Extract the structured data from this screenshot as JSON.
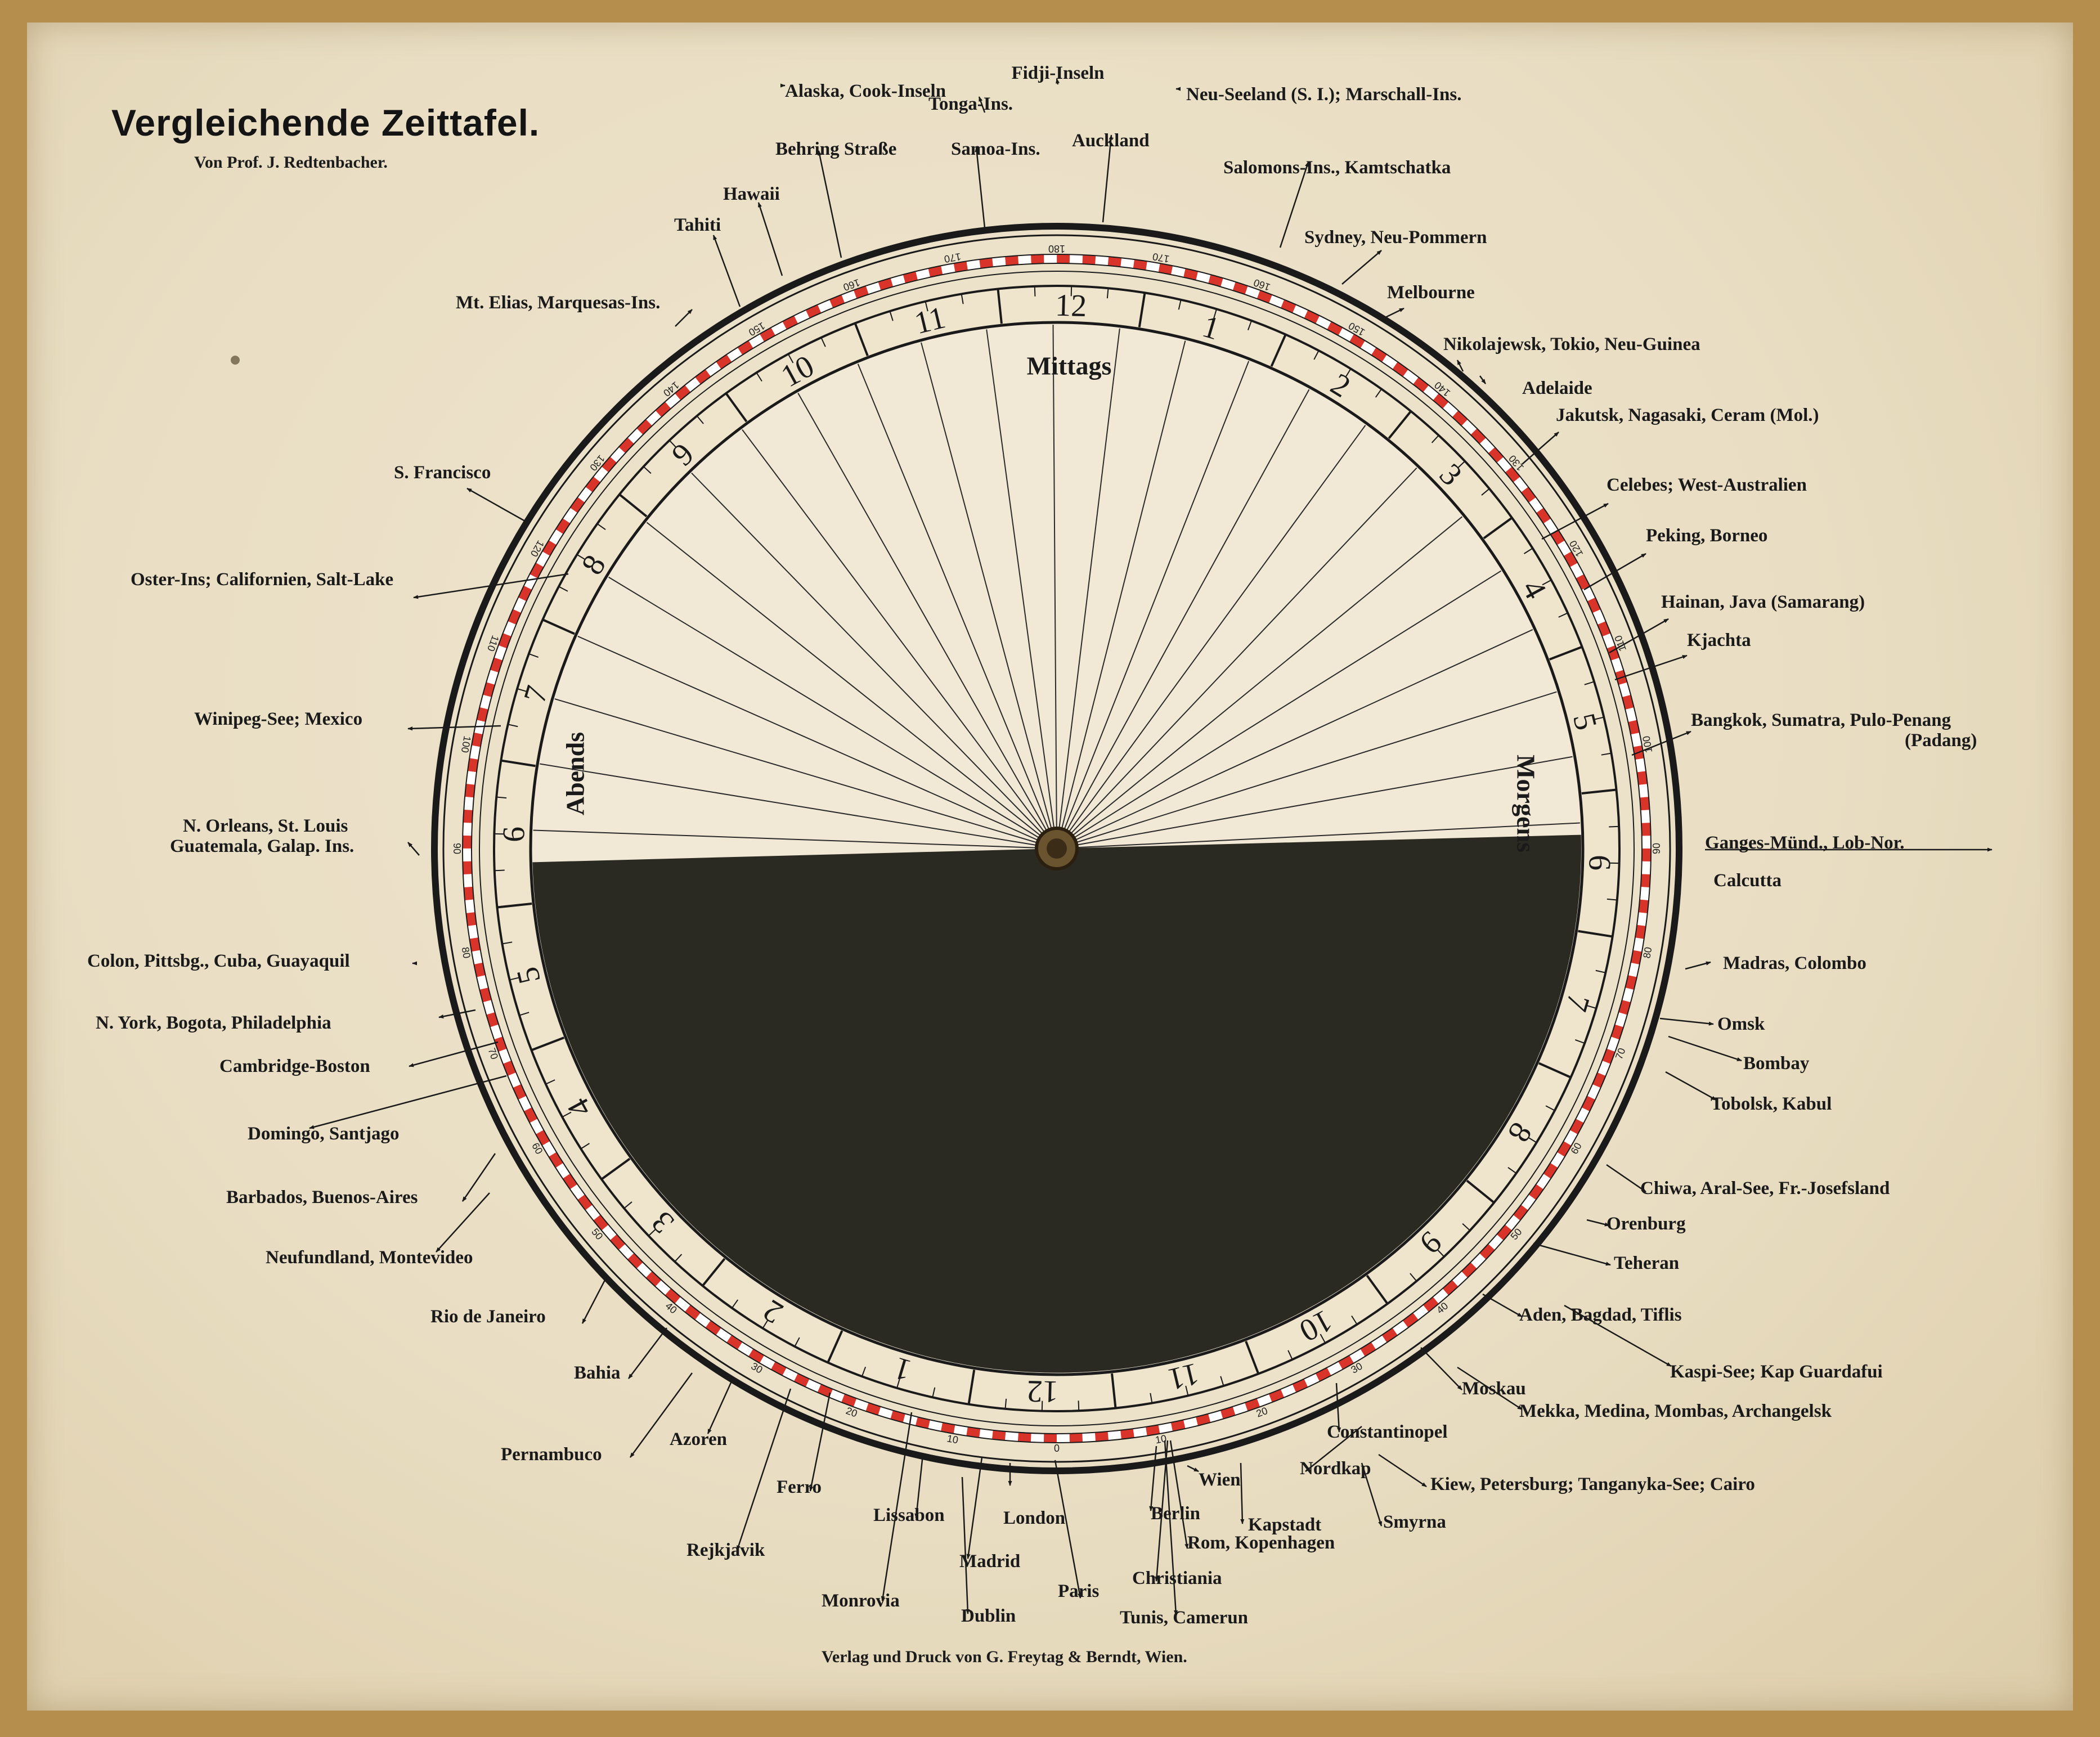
{
  "title": "Vergleichende Zeittafel.",
  "subtitle": "Von Prof. J. Redtenbacher.",
  "publisher": "Verlag und Druck von G. Freytag & Berndt, Wien.",
  "dial_words": {
    "top": "Mittags",
    "left": "Abends",
    "right": "Morgens"
  },
  "hour_numbers": [
    "12",
    "1",
    "2",
    "3",
    "4",
    "5",
    "6",
    "7",
    "8",
    "9",
    "10",
    "11",
    "12",
    "1",
    "2",
    "3",
    "4",
    "5",
    "6",
    "7",
    "8",
    "9",
    "10",
    "11"
  ],
  "degree_labels": [
    "0",
    "10",
    "20",
    "30",
    "40",
    "50",
    "60",
    "70",
    "80",
    "90",
    "100",
    "110",
    "120",
    "130",
    "140",
    "150",
    "160",
    "170",
    "180",
    "170",
    "160",
    "150",
    "140",
    "130",
    "120",
    "110",
    "100",
    "90",
    "80",
    "70",
    "60",
    "50",
    "40",
    "30",
    "20",
    "10"
  ],
  "colors": {
    "board": "#b58e4d",
    "paper": "#ebe1c8",
    "ink": "#1a1a1a",
    "red": "#d8342a",
    "disk": "#2a2a22",
    "ring": "#efe4cc"
  },
  "places": [
    {
      "name": "Alaska, Cook-Inseln",
      "lines": [
        "Alaska, Cook-Inseln"
      ]
    },
    {
      "name": "Fidji-Inseln",
      "lines": [
        "Fidji-Inseln"
      ]
    },
    {
      "name": "Tonga-Ins.",
      "lines": [
        "Tonga-Ins."
      ]
    },
    {
      "name": "Neu-Seeland (S. I.); Marschall-Ins.",
      "lines": [
        "Neu-Seeland (S. I.); Marschall-Ins."
      ]
    },
    {
      "name": "Behring Straße",
      "lines": [
        "Behring Straße"
      ]
    },
    {
      "name": "Samoa-Ins.",
      "lines": [
        "Samoa-Ins."
      ]
    },
    {
      "name": "Auckland",
      "lines": [
        "Auckland"
      ]
    },
    {
      "name": "Salomons-Ins., Kamtschatka",
      "lines": [
        "Salomons-Ins., Kamtschatka"
      ]
    },
    {
      "name": "Hawaii",
      "lines": [
        "Hawaii"
      ]
    },
    {
      "name": "Tahiti",
      "lines": [
        "Tahiti"
      ]
    },
    {
      "name": "Sydney, Neu-Pommern",
      "lines": [
        "Sydney, Neu-Pommern"
      ]
    },
    {
      "name": "Melbourne",
      "lines": [
        "Melbourne"
      ]
    },
    {
      "name": "Mt. Elias, Marquesas-Ins.",
      "lines": [
        "Mt. Elias, Marquesas-Ins."
      ]
    },
    {
      "name": "Nikolajewsk, Tokio, Neu-Guinea",
      "lines": [
        "Nikolajewsk, Tokio, Neu-Guinea"
      ]
    },
    {
      "name": "Adelaide",
      "lines": [
        "Adelaide"
      ]
    },
    {
      "name": "Jakutsk, Nagasaki, Ceram (Mol.)",
      "lines": [
        "Jakutsk, Nagasaki, Ceram (Mol.)"
      ]
    },
    {
      "name": "S. Francisco",
      "lines": [
        "S. Francisco"
      ]
    },
    {
      "name": "Celebes; West-Australien",
      "lines": [
        "Celebes; West-Australien"
      ]
    },
    {
      "name": "Peking, Borneo",
      "lines": [
        "Peking, Borneo"
      ]
    },
    {
      "name": "Oster-Ins; Californien, Salt-Lake",
      "lines": [
        "Oster-Ins; Californien, Salt-Lake"
      ]
    },
    {
      "name": "Hainan, Java (Samarang)",
      "lines": [
        "Hainan, Java (Samarang)"
      ]
    },
    {
      "name": "Kjachta",
      "lines": [
        "Kjachta"
      ]
    },
    {
      "name": "Winipeg-See; Mexico",
      "lines": [
        "Winipeg-See; Mexico"
      ]
    },
    {
      "name": "Bangkok, Sumatra, Pulo-Penang (Padang)",
      "lines": [
        "Bangkok, Sumatra, Pulo-Penang",
        "(Padang)"
      ]
    },
    {
      "name": "N. Orleans, St. Louis Guatemala, Galap. Ins.",
      "lines": [
        "N. Orleans, St. Louis",
        "Guatemala, Galap. Ins."
      ]
    },
    {
      "name": "Ganges-Münd., Lob-Nor.",
      "lines": [
        "Ganges-Münd., Lob-Nor."
      ]
    },
    {
      "name": "Calcutta",
      "lines": [
        "Calcutta"
      ]
    },
    {
      "name": "Colon, Pittsbg., Cuba, Guayaquil",
      "lines": [
        "Colon, Pittsbg., Cuba, Guayaquil"
      ]
    },
    {
      "name": "Madras, Colombo",
      "lines": [
        "Madras, Colombo"
      ]
    },
    {
      "name": "N. York, Bogota, Philadelphia",
      "lines": [
        "N. York, Bogota, Philadelphia"
      ]
    },
    {
      "name": "Omsk",
      "lines": [
        "Omsk"
      ]
    },
    {
      "name": "Cambridge-Boston",
      "lines": [
        "Cambridge-Boston"
      ]
    },
    {
      "name": "Bombay",
      "lines": [
        "Bombay"
      ]
    },
    {
      "name": "Tobolsk, Kabul",
      "lines": [
        "Tobolsk, Kabul"
      ]
    },
    {
      "name": "Domingo, Santjago",
      "lines": [
        "Domingo, Santjago"
      ]
    },
    {
      "name": "Chiwa, Aral-See, Fr.-Josefsland",
      "lines": [
        "Chiwa, Aral-See, Fr.-Josefsland"
      ]
    },
    {
      "name": "Barbados, Buenos-Aires",
      "lines": [
        "Barbados, Buenos-Aires"
      ]
    },
    {
      "name": "Orenburg",
      "lines": [
        "Orenburg"
      ]
    },
    {
      "name": "Neufundland, Montevideo",
      "lines": [
        "Neufundland, Montevideo"
      ]
    },
    {
      "name": "Teheran",
      "lines": [
        "Teheran"
      ]
    },
    {
      "name": "Rio de Janeiro",
      "lines": [
        "Rio de Janeiro"
      ]
    },
    {
      "name": "Aden, Bagdad, Tiflis",
      "lines": [
        "Aden, Bagdad, Tiflis"
      ]
    },
    {
      "name": "Kaspi-See; Kap Guardafui",
      "lines": [
        "Kaspi-See; Kap Guardafui"
      ]
    },
    {
      "name": "Bahia",
      "lines": [
        "Bahia"
      ]
    },
    {
      "name": "Moskau",
      "lines": [
        "Moskau"
      ]
    },
    {
      "name": "Mekka, Medina, Mombas, Archangelsk",
      "lines": [
        "Mekka, Medina, Mombas, Archangelsk"
      ]
    },
    {
      "name": "Pernambuco",
      "lines": [
        "Pernambuco"
      ]
    },
    {
      "name": "Azoren",
      "lines": [
        "Azoren"
      ]
    },
    {
      "name": "Constantinopel",
      "lines": [
        "Constantinopel"
      ]
    },
    {
      "name": "Nordkap",
      "lines": [
        "Nordkap"
      ]
    },
    {
      "name": "Kiew, Petersburg; Tanganyka-See; Cairo",
      "lines": [
        "Kiew, Petersburg; Tanganyka-See; Cairo"
      ]
    },
    {
      "name": "Ferro",
      "lines": [
        "Ferro"
      ]
    },
    {
      "name": "Wien",
      "lines": [
        "Wien"
      ]
    },
    {
      "name": "Lissabon",
      "lines": [
        "Lissabon"
      ]
    },
    {
      "name": "London",
      "lines": [
        "London"
      ]
    },
    {
      "name": "Berlin",
      "lines": [
        "Berlin"
      ]
    },
    {
      "name": "Kapstadt",
      "lines": [
        "Kapstadt"
      ]
    },
    {
      "name": "Smyrna",
      "lines": [
        "Smyrna"
      ]
    },
    {
      "name": "Rom, Kopenhagen",
      "lines": [
        "Rom, Kopenhagen"
      ]
    },
    {
      "name": "Rejkjavik",
      "lines": [
        "Rejkjavik"
      ]
    },
    {
      "name": "Madrid",
      "lines": [
        "Madrid"
      ]
    },
    {
      "name": "Christiania",
      "lines": [
        "Christiania"
      ]
    },
    {
      "name": "Paris",
      "lines": [
        "Paris"
      ]
    },
    {
      "name": "Monrovia",
      "lines": [
        "Monrovia"
      ]
    },
    {
      "name": "Dublin",
      "lines": [
        "Dublin"
      ]
    },
    {
      "name": "Tunis, Camerun",
      "lines": [
        "Tunis, Camerun"
      ]
    }
  ]
}
